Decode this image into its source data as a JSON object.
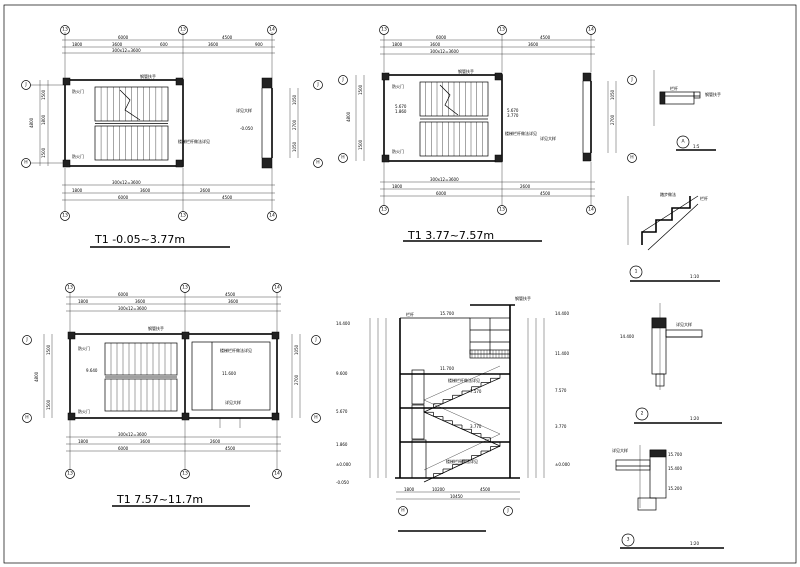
{
  "captions": {
    "plan1": "T1 -0.05~3.77m",
    "plan2": "T1 3.77~7.57m",
    "plan3": "T1 7.57~11.7m",
    "detail_a_scale": "1:5",
    "detail_1_scale": "1:10",
    "detail_2_scale": "1:20",
    "detail_3_scale": "1:20"
  },
  "marks": {
    "detail_a": "A",
    "detail_1": "1",
    "detail_2": "2",
    "detail_3": "3"
  },
  "grid_axes": {
    "plan_h": [
      "13",
      "13",
      "14"
    ],
    "plan_v": [
      "H",
      "J"
    ]
  },
  "dimensions": {
    "plan_top_total": "6000",
    "plan_top_right": "4500",
    "plan_top_a": "1800",
    "plan_top_b": "300x12=3600",
    "plan_top_c": "600",
    "plan_top_d": "3600",
    "plan_top_e": "900",
    "plan_bottom_a": "1800",
    "plan_bottom_b": "300x12=3600",
    "plan_bottom_c": "2600",
    "plan_bottom_total": "6000",
    "plan_bottom_right": "4500",
    "plan_side_total": "4800",
    "plan_side_a": "1500",
    "plan_side_b": "1800",
    "plan_side_c": "1500",
    "plan_side_r1": "1050",
    "plan_side_r2": "2700",
    "plan_side_r3": "1050",
    "section_bottom_a": "1800",
    "section_bottom_b": "10200",
    "section_bottom_c": "4500",
    "section_bottom_total": "10450"
  },
  "levels": {
    "l_top": "14.400",
    "l_roof": "15.700",
    "l_11": "11.700",
    "l_11b": "11.400",
    "l_9": "9.600",
    "l_7": "7.570",
    "l_5": "5.670",
    "l_3": "3.770",
    "l_1": "1.860",
    "l_0": "±0.000",
    "l_m": "-0.050",
    "l_d2": "14.400",
    "l_d3a": "15.700",
    "l_d3b": "15.400",
    "l_d3c": "15.200",
    "l_p1": "-0.050",
    "l_p2a": "5.670",
    "l_p2b": "3.770",
    "l_p3": "11.600",
    "l_p3b": "9.640"
  },
  "notes": {
    "n1": "钢管扶手",
    "n2": "楼梯栏杆做法详见",
    "n3": "上",
    "n4": "下",
    "n5": "防火门",
    "n6": "详见大样",
    "n7": "踏步做法",
    "n8": "栏杆"
  }
}
